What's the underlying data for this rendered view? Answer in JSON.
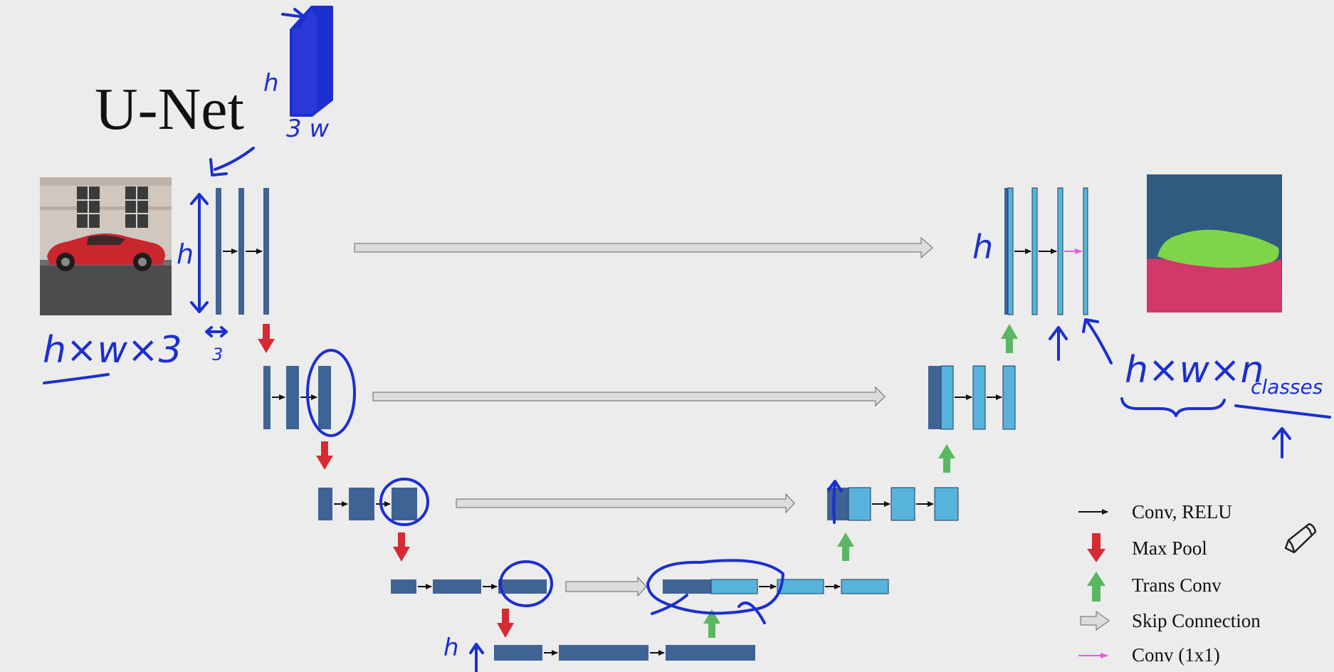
{
  "title": "U-Net",
  "annotations": {
    "input_dims": "h×w×3",
    "input_h": "h",
    "input_ch": "3",
    "cube_h": "h",
    "cube_bottom": "3 w",
    "output_h": "h",
    "output_dims": "h×w×n",
    "output_classes_sub": "classes",
    "bottleneck_h": "h"
  },
  "legend": {
    "conv_relu": "Conv, RELU",
    "max_pool": "Max Pool",
    "trans_conv": "Trans Conv",
    "skip_connection": "Skip Connection",
    "conv_1x1": "Conv (1x1)"
  },
  "colors": {
    "encoder": "#3f6395",
    "decoder": "#58b3dc",
    "max_pool": "#d52b33",
    "trans_conv": "#59b85f",
    "skip": "#dcdcdc",
    "conv_1x1": "#e35ce0",
    "ink": "#1b2fd0",
    "seg_background": "#2f5b80",
    "seg_car": "#7fd54a",
    "seg_road": "#d23868"
  },
  "icons": {
    "pencil": "pencil-icon"
  }
}
